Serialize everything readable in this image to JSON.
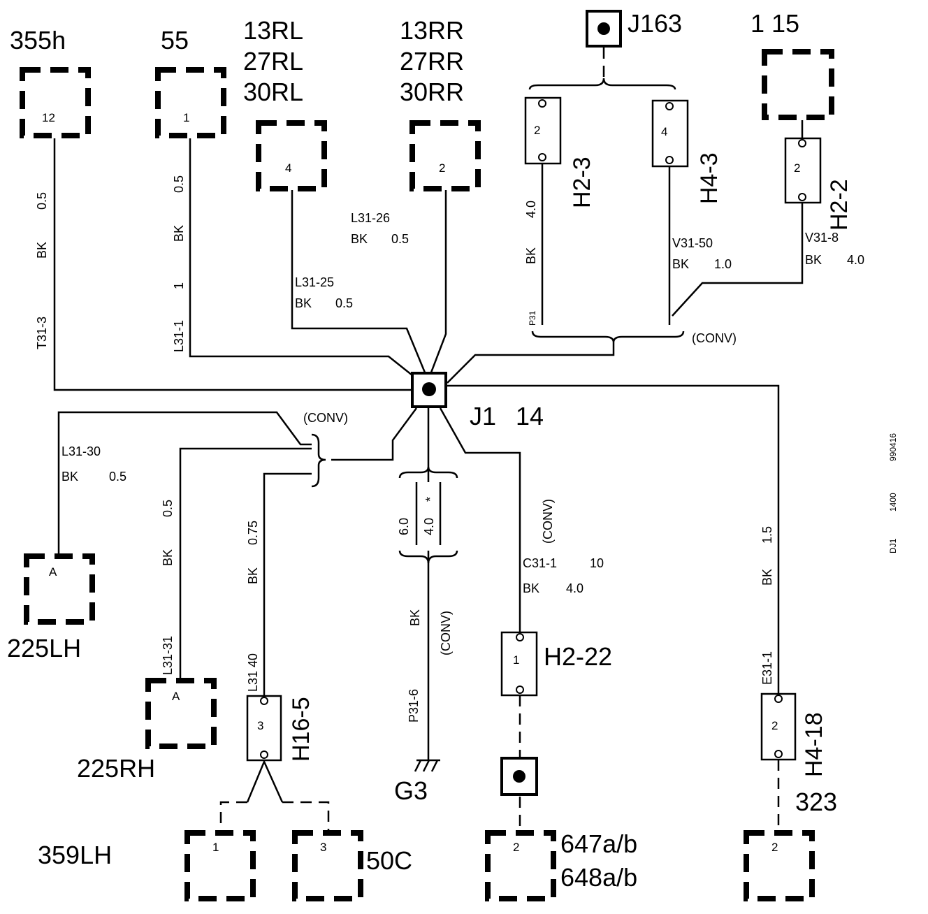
{
  "components": {
    "c355h": {
      "label": "355h",
      "pin": "12"
    },
    "c55": {
      "label": "55",
      "pin": "1"
    },
    "c13rl": {
      "label_1": "13RL",
      "label_2": "27RL",
      "label_3": "30RL",
      "pin": "4"
    },
    "c13rr": {
      "label_1": "13RR",
      "label_2": "27RR",
      "label_3": "30RR",
      "pin": "2"
    },
    "j163": {
      "label": "J163"
    },
    "c115": {
      "label": "1 15"
    },
    "j1": {
      "label": "J1",
      "number": "14"
    },
    "c225lh": {
      "label": "225LH",
      "pin": "A"
    },
    "c225rh": {
      "label": "225RH",
      "pin": "A"
    },
    "c359lh": {
      "label": "359LH",
      "pin": "1"
    },
    "c50c": {
      "label": "50C",
      "pin": "3"
    },
    "g3": {
      "label": "G3"
    },
    "c647": {
      "label_1": "647a/b",
      "label_2": "648a/b",
      "pin": "2"
    },
    "c323": {
      "label": "323",
      "pin": "2"
    }
  },
  "connectors": {
    "h2_3": {
      "label": "H2-3",
      "pin": "2"
    },
    "h4_3": {
      "label": "H4-3",
      "pin": "4"
    },
    "h2_2": {
      "label": "H2-2",
      "pin": "2"
    },
    "h16_5": {
      "label": "H16-5",
      "pin": "3"
    },
    "h2_22": {
      "label": "H2-22",
      "pin": "1"
    },
    "h4_18": {
      "label": "H4-18",
      "pin": "2"
    }
  },
  "wires": {
    "t31_3": {
      "size": "0.5",
      "color": "BK",
      "id": "T31-3"
    },
    "l31_1": {
      "size": "0.5",
      "color": "BK",
      "count": "1",
      "id": "L31-1"
    },
    "l31_25": {
      "id": "L31-25",
      "color": "BK",
      "size": "0.5"
    },
    "l31_26": {
      "id": "L31-26",
      "color": "BK",
      "size": "0.5"
    },
    "p31": {
      "size": "4.0",
      "color": "BK",
      "id": "P31"
    },
    "v31_50": {
      "id": "V31-50",
      "color": "BK",
      "size": "1.0"
    },
    "v31_8": {
      "id": "V31-8",
      "color": "BK",
      "size": "4.0"
    },
    "l31_30": {
      "id": "L31-30",
      "color": "BK",
      "size": "0.5"
    },
    "l31_31": {
      "size": "0.5",
      "color": "BK",
      "id": "L31-31"
    },
    "l31_40": {
      "size": "0.75",
      "color": "BK",
      "id": "L31 40"
    },
    "p31_6": {
      "size_a": "6.0",
      "size_b": "4.0",
      "mark": "*",
      "color": "BK",
      "variant": "(CONV)",
      "id": "P31-6"
    },
    "c31_1": {
      "variant": "(CONV)",
      "id": "C31-1",
      "count": "10",
      "color": "BK",
      "size": "4.0"
    },
    "e31_1": {
      "size": "1.5",
      "color": "BK",
      "id": "E31-1"
    }
  },
  "annotations": {
    "conv_top": "(CONV)",
    "conv_left": "(CONV)"
  },
  "side_code": {
    "a": "DJ1",
    "b": "1400",
    "c": "990416"
  }
}
